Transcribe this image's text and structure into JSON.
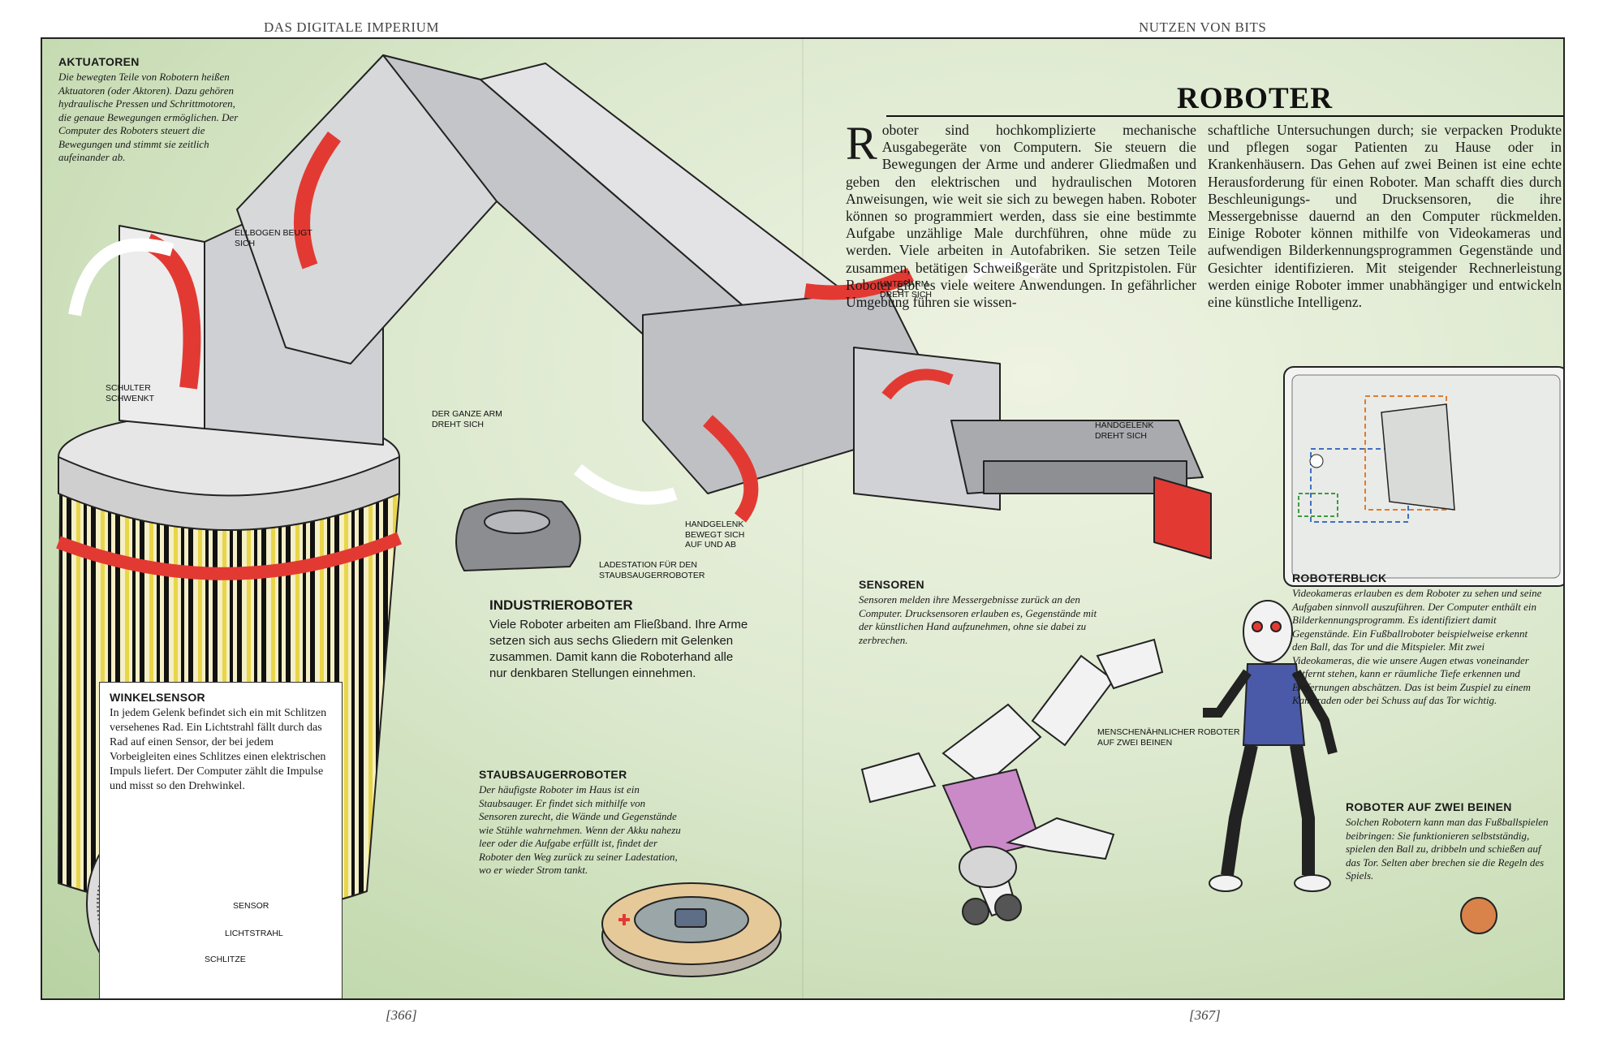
{
  "header": {
    "left": "DAS DIGITALE IMPERIUM",
    "right": "NUTZEN VON BITS"
  },
  "page_numbers": {
    "left": "[366]",
    "right": "[367]"
  },
  "title": "ROBOTER",
  "intro": {
    "dropcap": "R",
    "col1": "oboter sind hochkomplizierte mechanische Ausgabegeräte von Computern. Sie steuern die Bewegungen der Arme und anderer Gliedmaßen und geben den elektrischen und hydraulischen Motoren Anweisungen, wie weit sie sich zu bewegen haben. Roboter können so programmiert werden, dass sie eine bestimmte Aufgabe unzählige Male durchführen, ohne müde zu werden. Viele arbeiten in Autofabriken. Sie setzen Teile zusammen, betätigen Schweißgeräte und Spritzpistolen. Für Roboter gibt es viele weitere Anwendungen. In gefährlicher Umgebung führen sie wissen-",
    "col2": "schaftliche Untersuchungen durch; sie verpacken Produkte und pflegen sogar Patienten zu Hause oder in Krankenhäusern. Das Gehen auf zwei Beinen ist eine echte Herausforderung für einen Roboter. Man schafft dies durch Beschleunigungs- und Drucksensoren, die ihre Messergebnisse dauernd an den Computer rückmelden. Einige Roboter können mithilfe von Videokameras und aufwendigen Bilderkennungsprogrammen Gegenstände und Gesichter identifizieren. Mit steigender Rechnerleistung werden einige Roboter immer unabhängiger und entwickeln eine künstliche Intelligenz."
  },
  "aktuatoren": {
    "title": "AKTUATOREN",
    "body": "Die bewegten Teile von Robotern heißen Aktuatoren (oder Aktoren). Dazu gehören hydraulische Pressen und Schrittmotoren, die genaue Bewegungen ermöglichen. Der Computer des Roboters steuert die Bewegungen und stimmt sie zeitlich aufeinander ab."
  },
  "winkelsensor": {
    "title": "WINKELSENSOR",
    "body": "In jedem Gelenk befindet sich ein mit Schlitzen versehenes Rad. Ein Lichtstrahl fällt durch das Rad auf einen Sensor, der bei jedem Vorbeigleiten eines Schlitzes einen elektrischen Impuls liefert. Der Computer zählt die Impulse und misst so den Drehwinkel.",
    "labels": {
      "sensor": "SENSOR",
      "lichtstrahl": "LICHTSTRAHL",
      "schlitze": "SCHLITZE"
    }
  },
  "industrieroboter": {
    "title": "INDUSTRIEROBOTER",
    "body": "Viele Roboter arbeiten am Fließband. Ihre Arme setzen sich aus sechs Gliedern mit Gelenken zusammen. Damit kann die Roboterhand alle nur denkbaren Stellungen einnehmen."
  },
  "staubsauger": {
    "title": "STAUBSAUGERROBOTER",
    "body": "Der häufigste Roboter im Haus ist ein Staubsauger. Er findet sich mithilfe von Sensoren zurecht, die Wände und Gegenstände wie Stühle wahrnehmen. Wenn der Akku nahezu leer oder die Aufgabe erfüllt ist, findet der Roboter den Weg zurück zu seiner Ladestation, wo er wieder Strom tankt."
  },
  "sensoren": {
    "title": "SENSOREN",
    "body": "Sensoren melden ihre Messergebnisse zurück an den Computer. Drucksensoren erlauben es, Gegenstände mit der künstlichen Hand aufzunehmen, ohne sie dabei zu zerbrechen."
  },
  "roboterblick": {
    "title": "ROBOTERBLICK",
    "body": "Videokameras erlauben es dem Roboter zu sehen und seine Aufgaben sinnvoll auszuführen. Der Computer enthält ein Bilderkennungsprogramm. Es identifiziert damit Gegenstände. Ein Fußballroboter beispielweise erkennt den Ball, das Tor und die Mitspieler. Mit zwei Videokameras, die wie unsere Augen etwas voneinander entfernt stehen, kann er räumliche Tiefe erkennen und Entfernungen abschätzen. Das ist beim Zuspiel zu einem Kameraden oder bei Schuss auf das Tor wichtig."
  },
  "zwei_beinen": {
    "title": "ROBOTER AUF ZWEI BEINEN",
    "body": "Solchen Robotern kann man das Fußballspielen beibringen: Sie funktionieren selbstständig, spielen den Ball zu, dribbeln und schießen auf das Tor. Selten aber brechen sie die Regeln des Spiels."
  },
  "labels": {
    "ellbogen": "ELLBOGEN BEUGT\nSICH",
    "schulter": "SCHULTER\nSCHWENKT",
    "arm": "DER GANZE ARM\nDREHT SICH",
    "unterarm": "UNTERARM\nDREHT SICH",
    "handgelenk_dreht": "HANDGELENK\nDREHT SICH",
    "handgelenk_bewegt": "HANDGELENK\nBEWEGT SICH\nAUF UND AB",
    "ladestation": "LADESTATION FÜR DEN\nSTAUBSAUGERROBOTER",
    "menschen": "MENSCHENÄHNLICHER ROBOTER\nAUF ZWEI BEINEN"
  },
  "colors": {
    "arrow_red": "#e23a33",
    "green_bg": "#cfe2bf",
    "metal": "#d7d8da",
    "robot_blue": "#4a5aa8",
    "robot_pink": "#c98ac7",
    "ball": "#d9834a"
  },
  "icons": [
    "robot-arm-illustration",
    "vacuum-robot-illustration",
    "humanoid-robot-illustration",
    "slotted-wheel-illustration",
    "camera-view-illustration",
    "ball-illustration"
  ]
}
